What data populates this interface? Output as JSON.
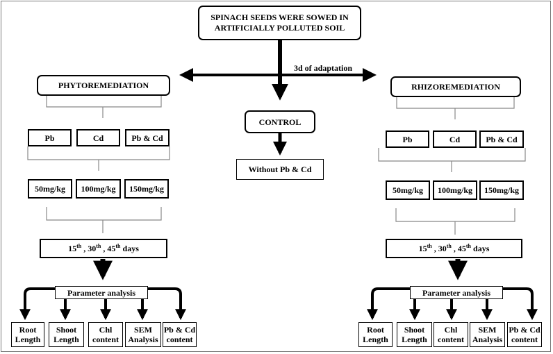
{
  "title": "SPINACH  SEEDS WERE SOWED IN ARTIFICIALLY  POLLUTED SOIL",
  "title_line1": "SPINACH  SEEDS WERE SOWED IN",
  "title_line2": "ARTIFICIALLY  POLLUTED SOIL",
  "adaptation_label": "3d of adaptation",
  "control": {
    "label": "CONTROL",
    "result": "Without Pb & Cd"
  },
  "left": {
    "title": "PHYTOREMEDIATION",
    "metals": [
      "Pb",
      "Cd",
      "Pb & Cd"
    ],
    "doses": [
      "50mg/kg",
      "100mg/kg",
      "150mg/kg"
    ],
    "days": {
      "d1": "15",
      "d2": "30",
      "d3": "45",
      "sup": "th",
      "sep": " , ",
      "unit": " days"
    },
    "analysis": "Parameter analysis",
    "parameters": [
      {
        "l1": "Root",
        "l2": "Length"
      },
      {
        "l1": "Shoot",
        "l2": "Length"
      },
      {
        "l1": "Chl",
        "l2": "content"
      },
      {
        "l1": "SEM",
        "l2": "Analysis"
      },
      {
        "l1": "Pb & Cd",
        "l2": "content"
      }
    ]
  },
  "right": {
    "title": "RHIZOREMEDIATION",
    "metals": [
      "Pb",
      "Cd",
      "Pb & Cd"
    ],
    "doses": [
      "50mg/kg",
      "100mg/kg",
      "150mg/kg"
    ],
    "days": {
      "d1": "15",
      "d2": "30",
      "d3": "45",
      "sup": "th",
      "sep": " , ",
      "unit": " days"
    },
    "analysis": "Parameter analysis",
    "parameters": [
      {
        "l1": "Root",
        "l2": "Length"
      },
      {
        "l1": "Shoot",
        "l2": "Length"
      },
      {
        "l1": "Chl",
        "l2": "content"
      },
      {
        "l1": "SEM",
        "l2": "Analysis"
      },
      {
        "l1": "Pb & Cd",
        "l2": "content"
      }
    ]
  }
}
